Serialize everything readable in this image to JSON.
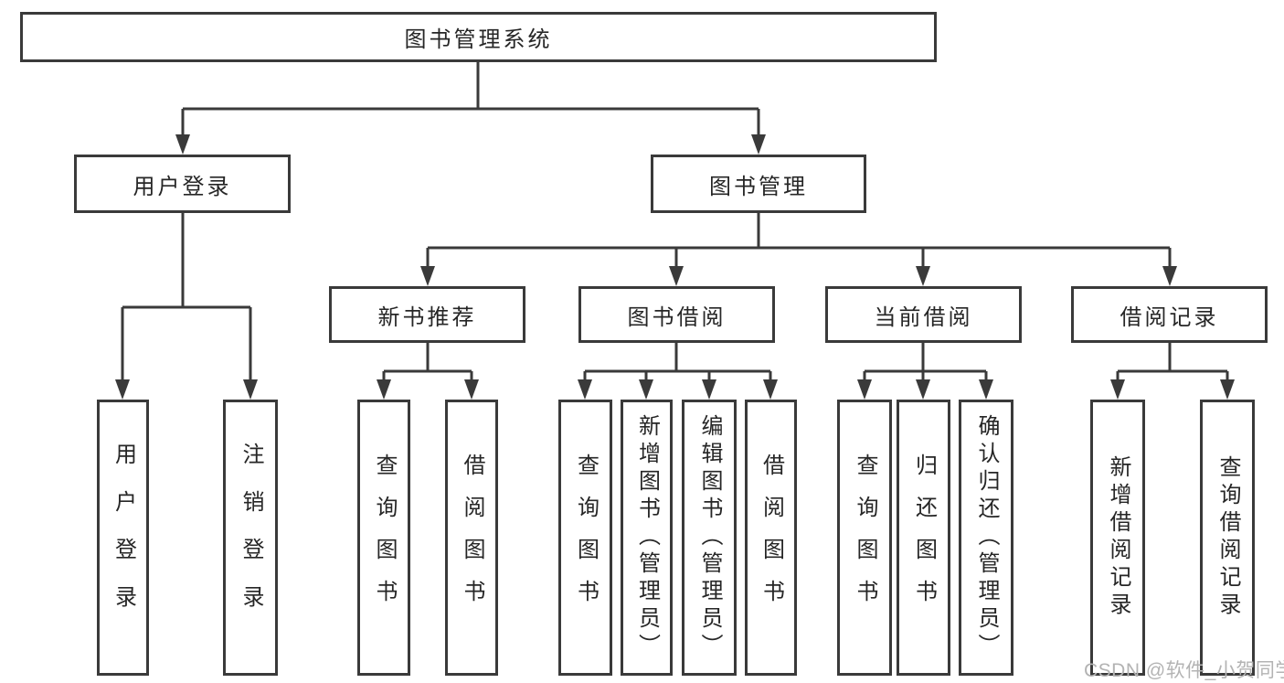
{
  "title": "图书管理系统",
  "tree": {
    "root": "图书管理系统",
    "branches": [
      {
        "label": "用户登录",
        "children": [
          "用户登录",
          "注销登录"
        ]
      },
      {
        "label": "图书管理",
        "sections": [
          {
            "label": "新书推荐",
            "children": [
              "查询图书",
              "借阅图书"
            ]
          },
          {
            "label": "图书借阅",
            "children": [
              "查询图书",
              "新增图书（管理员）",
              "编辑图书（管理员）",
              "借阅图书"
            ]
          },
          {
            "label": "当前借阅",
            "children": [
              "查询图书",
              "归还图书",
              "确认归还（管理员）"
            ]
          },
          {
            "label": "借阅记录",
            "children": [
              "新增借阅记录",
              "查询借阅记录"
            ]
          }
        ]
      }
    ]
  },
  "watermark": "CSDN @软件_小贺同学",
  "colors": {
    "line": "#3a3a3a",
    "text": "#262626",
    "watermark": "#b3b3b3",
    "background": "#ffffff"
  }
}
